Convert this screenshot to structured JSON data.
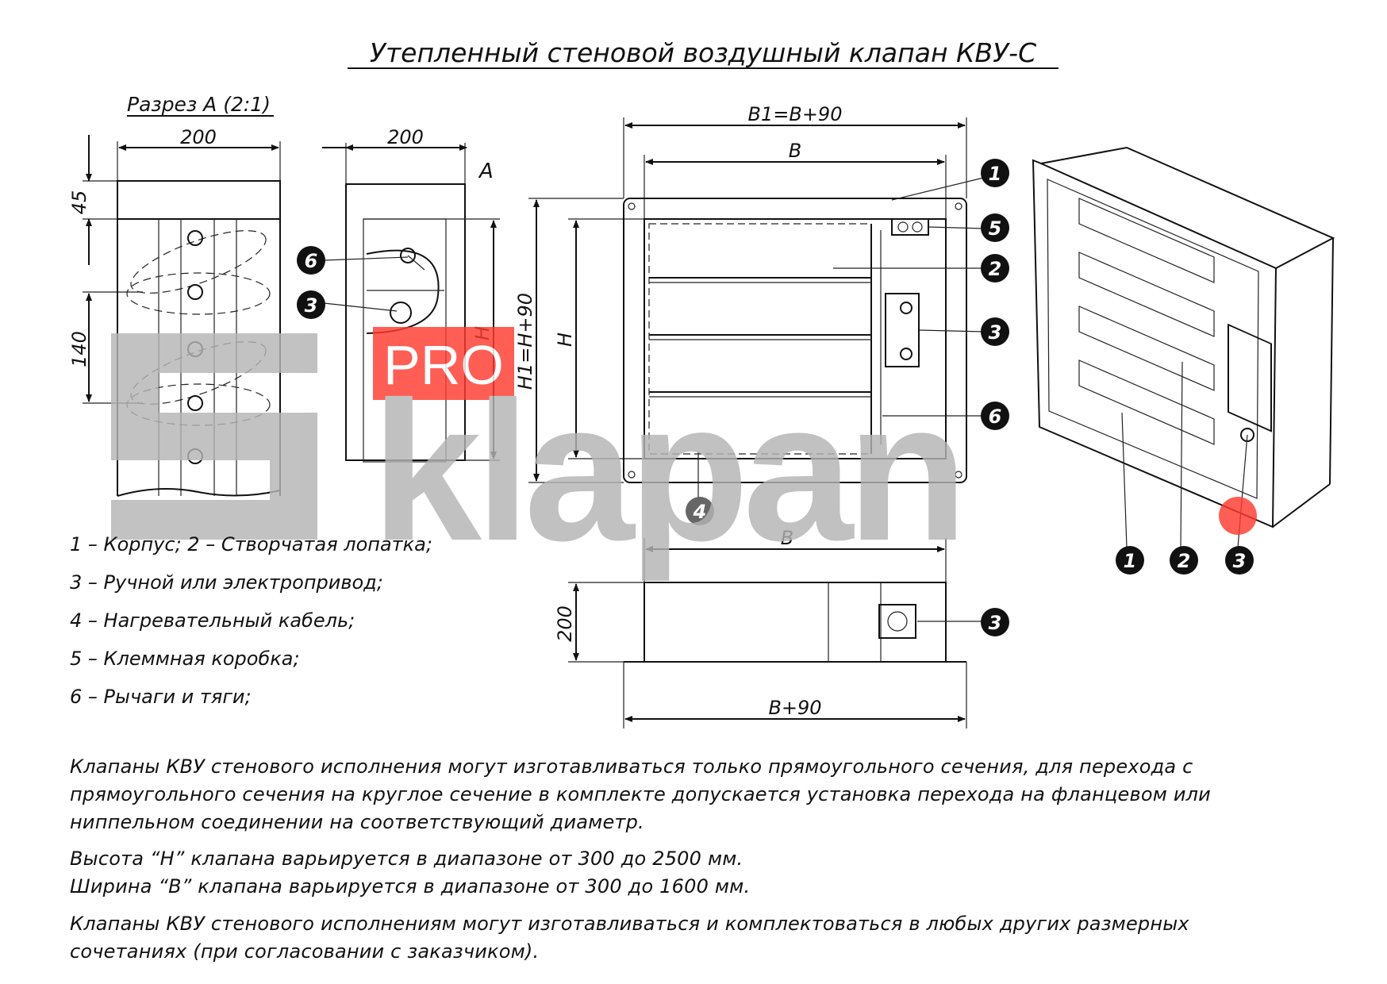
{
  "title": "Утепленный стеновой воздушный клапан КВУ-С",
  "section_label": "Разрез А (2:1)",
  "dims": {
    "section_width": "200",
    "section_top": "45",
    "section_pitch": "140",
    "side_width": "200",
    "side_mark": "A",
    "side_height": "H",
    "b1": "B1=B+90",
    "b": "B",
    "h1": "H1=H+90",
    "h": "H",
    "bottom_b": "B",
    "bottom_depth": "200",
    "bottom_b90": "B+90"
  },
  "callouts": {
    "c1": "1",
    "c2": "2",
    "c3": "3",
    "c4": "4",
    "c5": "5",
    "c6": "6"
  },
  "legend": [
    "1 – Корпус; 2 – Створчатая лопатка;",
    "3 – Ручной или электропривод;",
    "4 – Нагревательный кабель;",
    "5 – Клеммная коробка;",
    "6 – Рычаги и тяги;"
  ],
  "notes": {
    "p1_line1": "Клапаны КВУ стенового исполнения могут изготавливаться только прямоугольного сечения, для перехода с",
    "p1_line2": "прямоугольного сечения на круглое сечение в комплекте допускается установка перехода на фланцевом или",
    "p1_line3": "ниппельном соединении на соответствующий диаметр.",
    "p2": "Высота “H” клапана варьируется в диапазоне от 300 до 2500 мм.",
    "p3": "Ширина “B” клапана варьируется в диапазоне от 300 до 1600 мм.",
    "p4_line1": "Клапаны КВУ стенового исполнениям могут изготавливаться и комплектоваться в любых других размерных",
    "p4_line2": "сочетаниях (при согласовании с заказчиком)."
  },
  "watermark": {
    "pro": "PRO",
    "word": "klapan",
    "red": "#ff3b30",
    "grey": "#b4b4b4"
  }
}
